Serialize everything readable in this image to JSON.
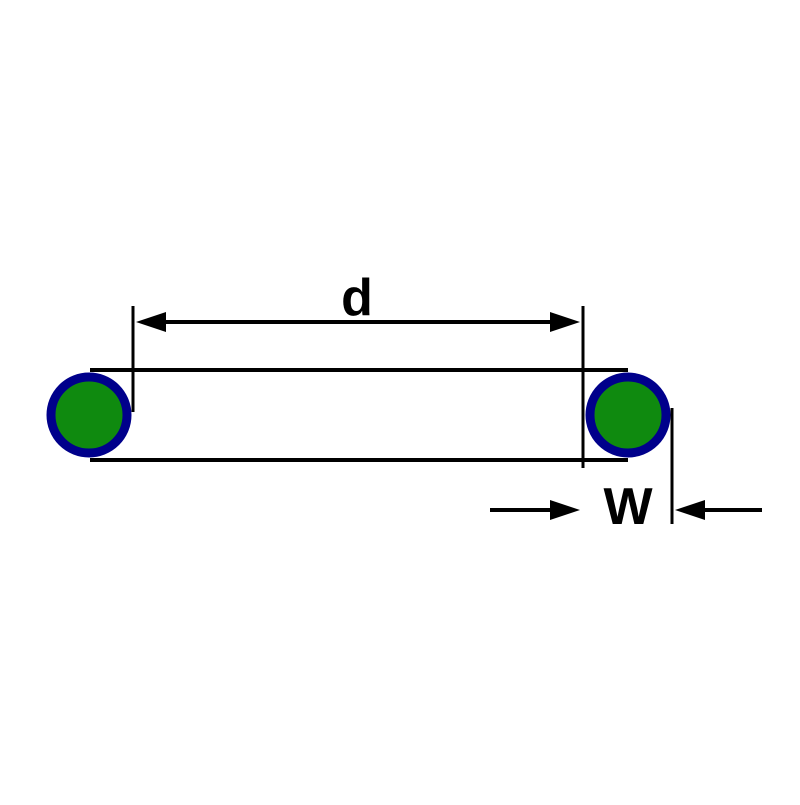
{
  "diagram": {
    "type": "o-ring cross-section dimension drawing",
    "labels": {
      "inner_diameter": "d",
      "cross_section_width": "W"
    },
    "colors": {
      "background": "#ffffff",
      "line": "#000000",
      "ring_fill": "#0f8a0f",
      "ring_stroke": "#00008b"
    }
  }
}
